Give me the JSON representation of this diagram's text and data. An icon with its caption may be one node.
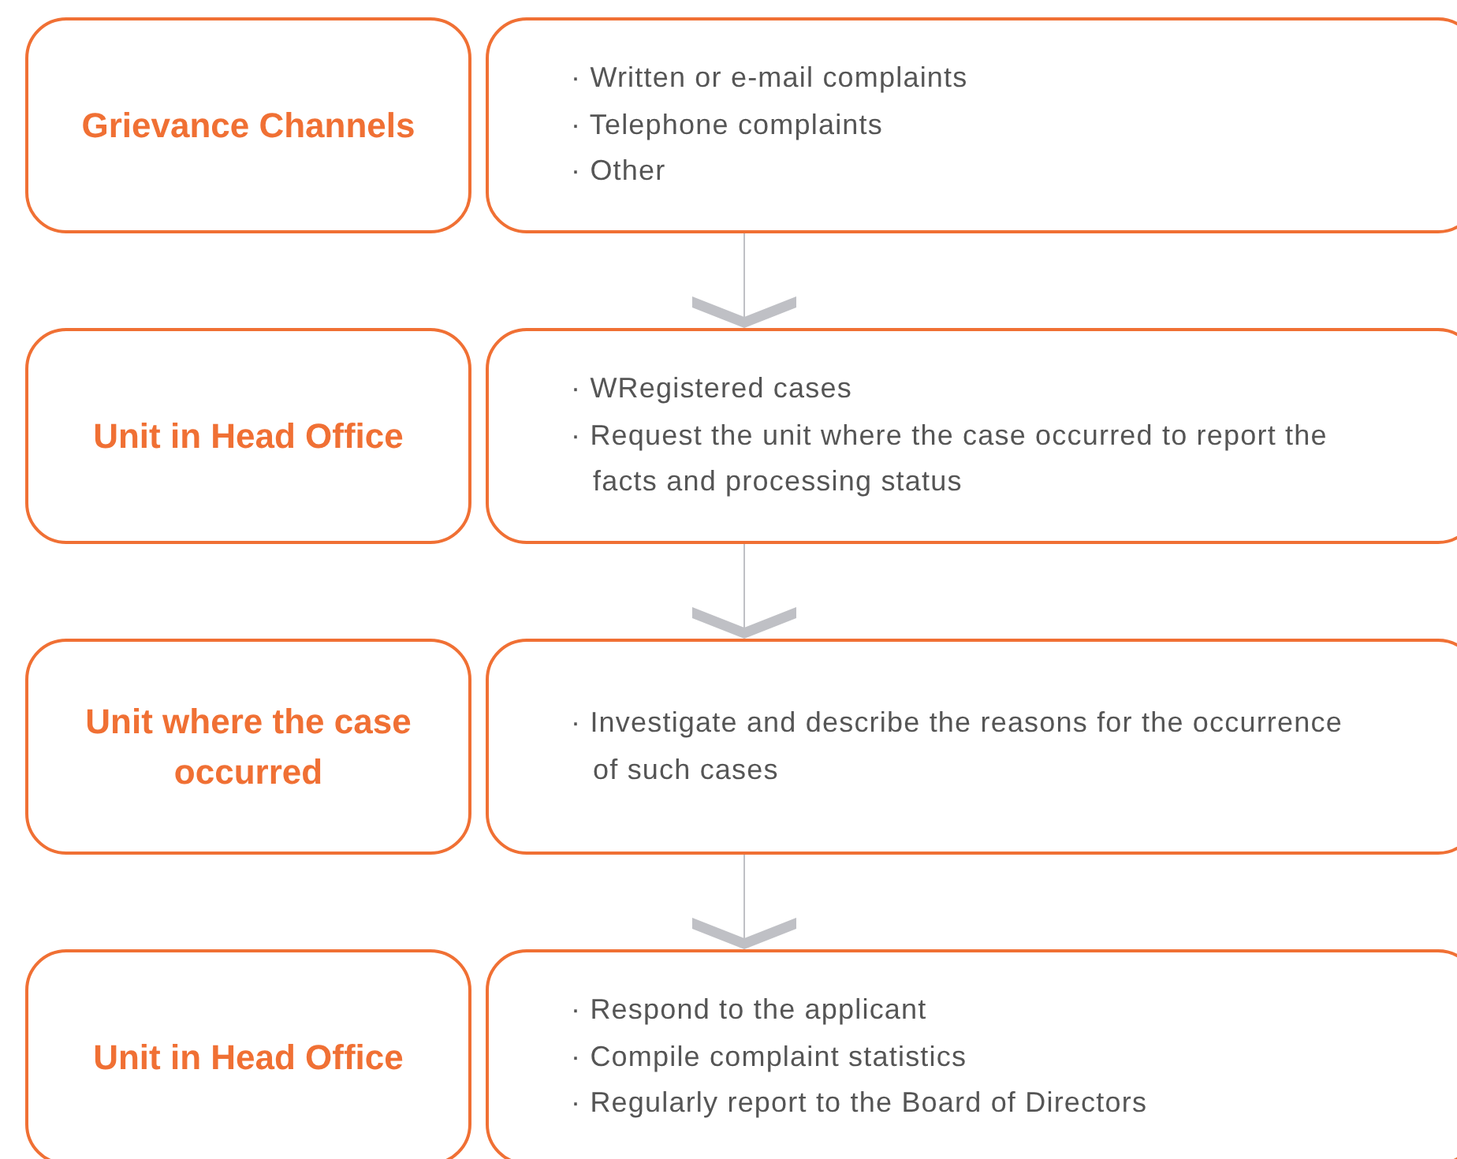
{
  "diagram": {
    "nodes": [
      {
        "text": [
          "Grievance Channels"
        ]
      },
      {
        "text": [
          "· Written or e-mail complaints",
          "· Telephone complaints",
          "· Other"
        ]
      },
      {
        "text": [
          "Unit in Head Office"
        ]
      },
      {
        "text": [
          "· WRegistered cases",
          "· Request the unit where the case occurred to report the facts and processing status"
        ]
      },
      {
        "text": [
          "Unit where the case occurred"
        ]
      },
      {
        "text": [
          "· Investigate and describe the reasons for the occurrence of such cases"
        ]
      },
      {
        "text": [
          "Unit in Head Office"
        ]
      },
      {
        "text": [
          "· Respond to the applicant",
          "· Compile complaint statistics",
          "· Regularly report to the Board of Directors"
        ]
      }
    ],
    "edges": [
      {
        "from": 1,
        "to": 3,
        "arrow": "to"
      },
      {
        "from": 3,
        "to": 5,
        "arrow": "to"
      },
      {
        "from": 5,
        "to": 7,
        "arrow": "to"
      }
    ]
  }
}
